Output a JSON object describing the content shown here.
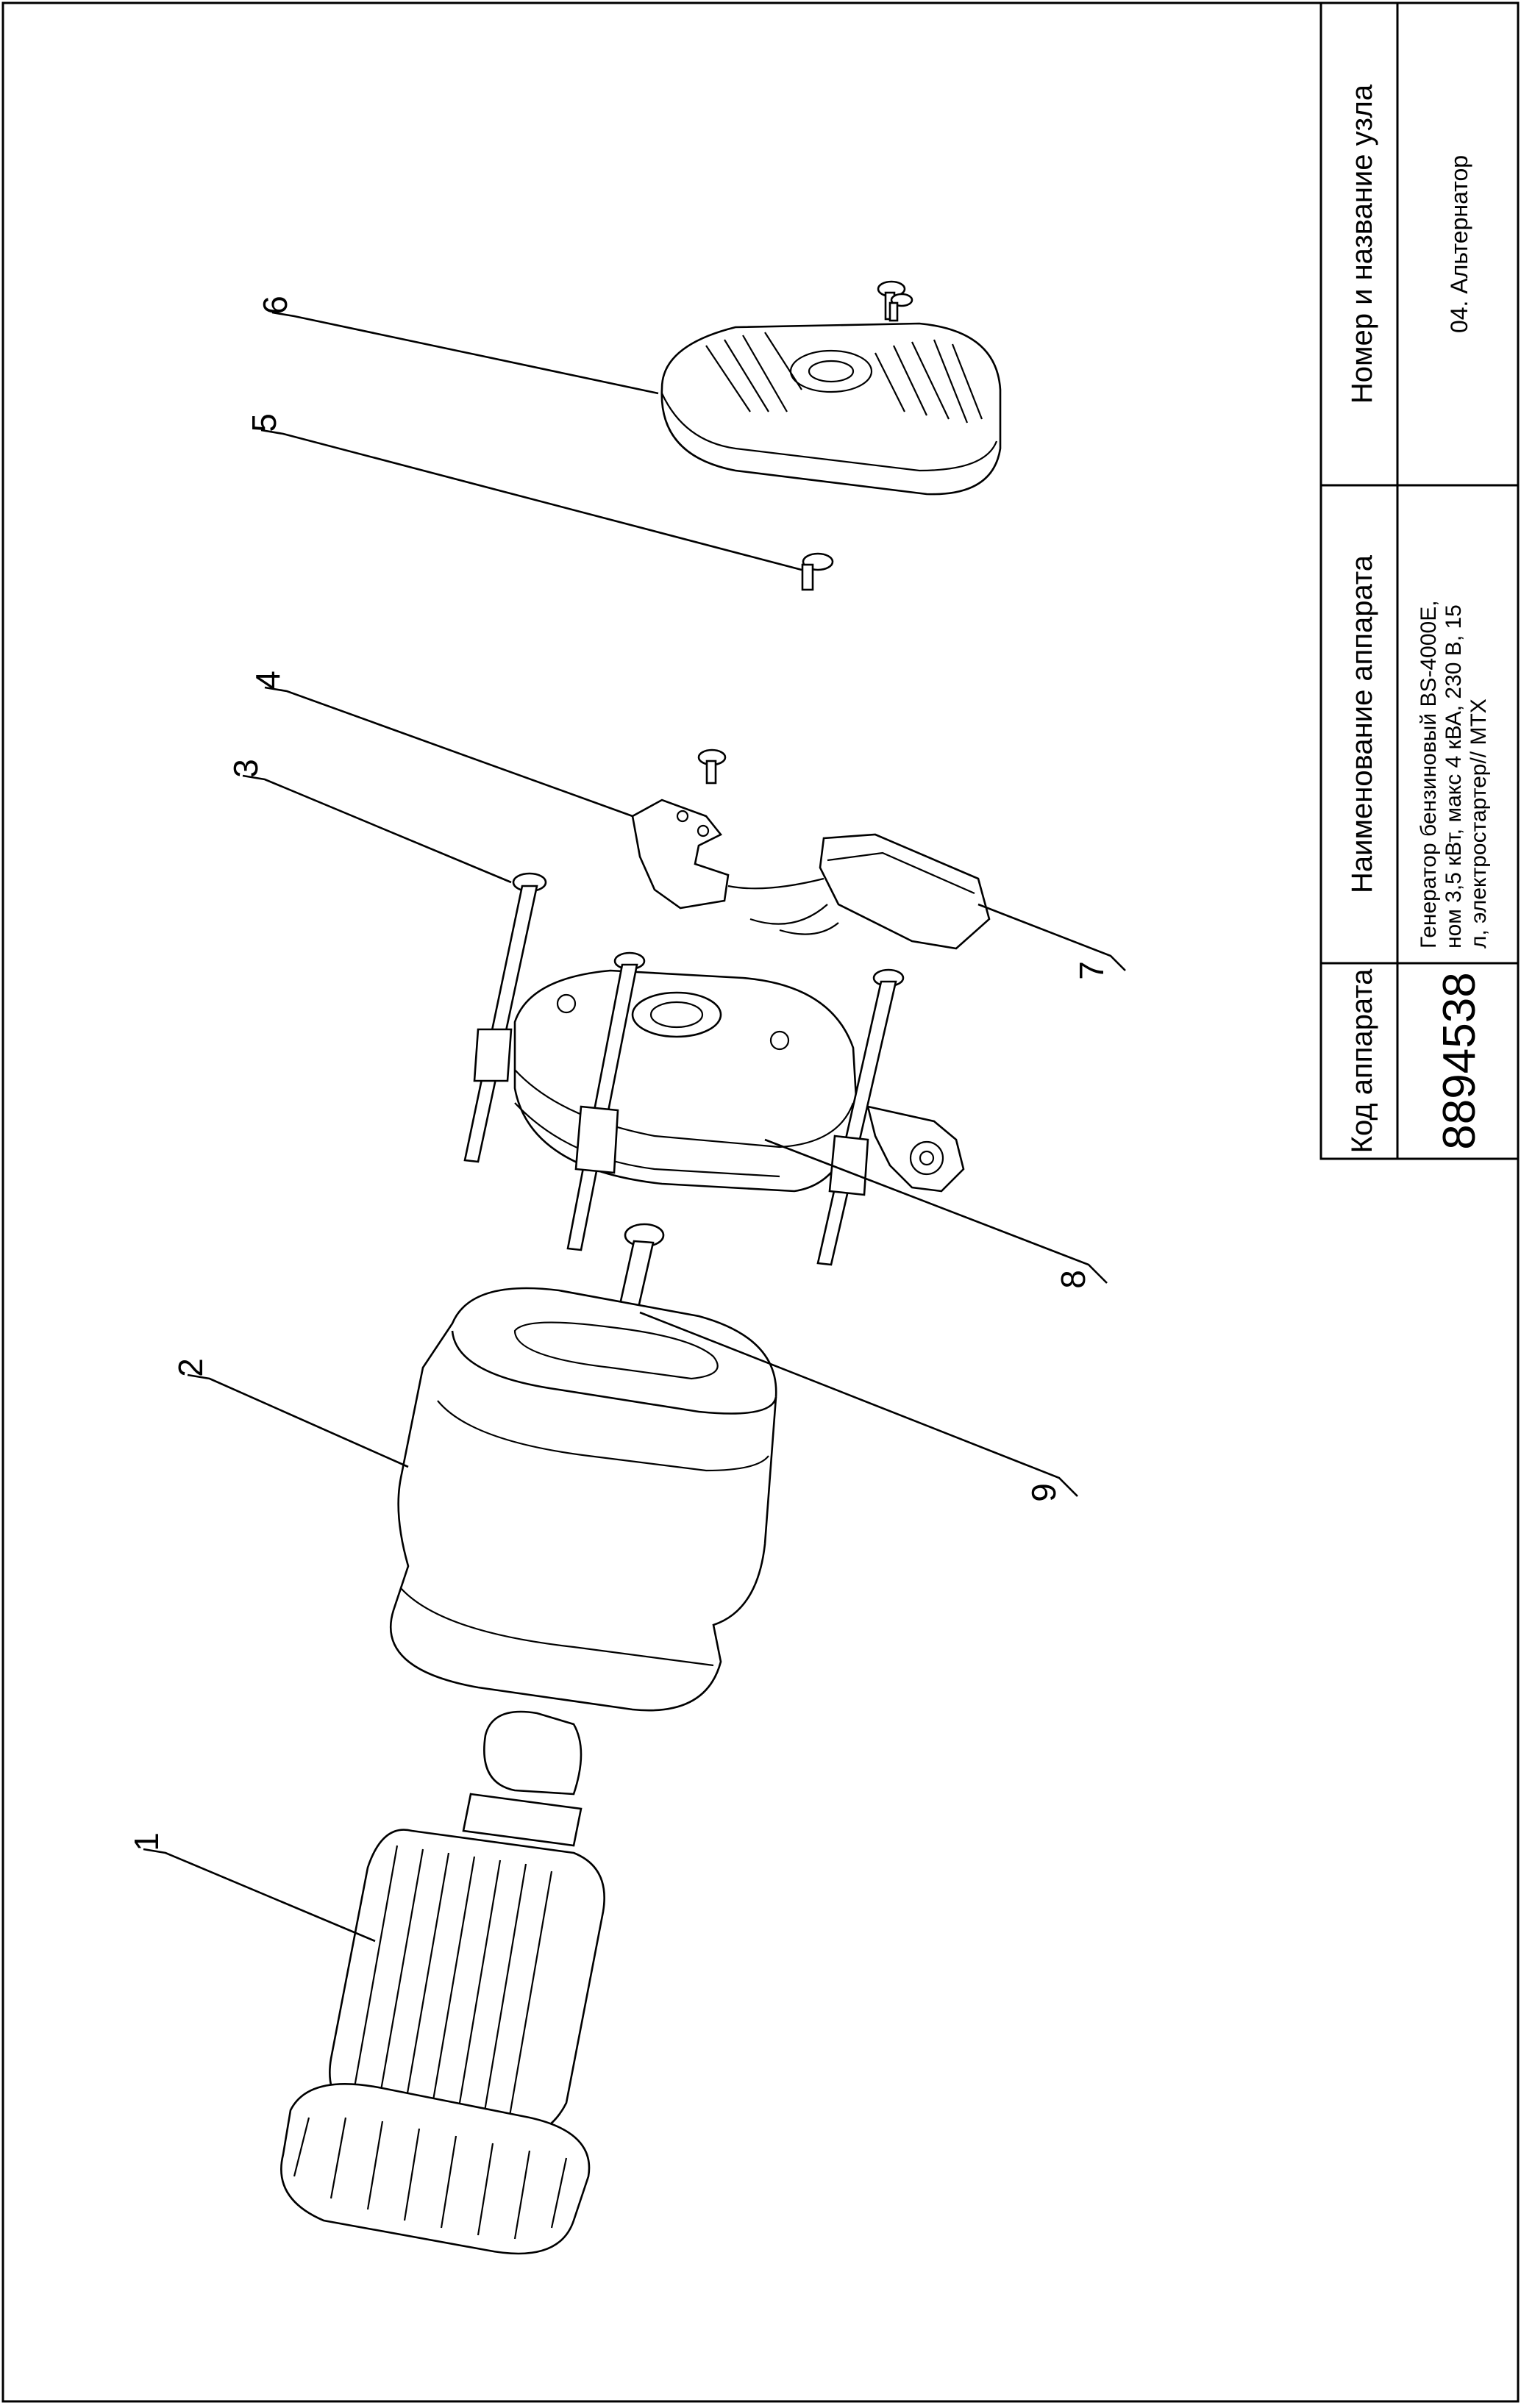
{
  "title_block": {
    "col1_header": "Код аппарата",
    "col1_value": "8894538",
    "col2_header": "Наименование аппарата",
    "col2_value_lines": [
      "Генератор бензиновый BS-4000E,",
      "ном 3,5 кВт, макс 4 кВА, 230 В, 15",
      "л, электростартер// МТХ"
    ],
    "col3_header": "Номер и название узла",
    "col3_value": "04. Альтернатор"
  },
  "callouts": [
    {
      "id": "1",
      "label": "1"
    },
    {
      "id": "2",
      "label": "2"
    },
    {
      "id": "3",
      "label": "3"
    },
    {
      "id": "4",
      "label": "4"
    },
    {
      "id": "5",
      "label": "5"
    },
    {
      "id": "6",
      "label": "6"
    },
    {
      "id": "7",
      "label": "7"
    },
    {
      "id": "8",
      "label": "8"
    },
    {
      "id": "9",
      "label": "9"
    }
  ]
}
